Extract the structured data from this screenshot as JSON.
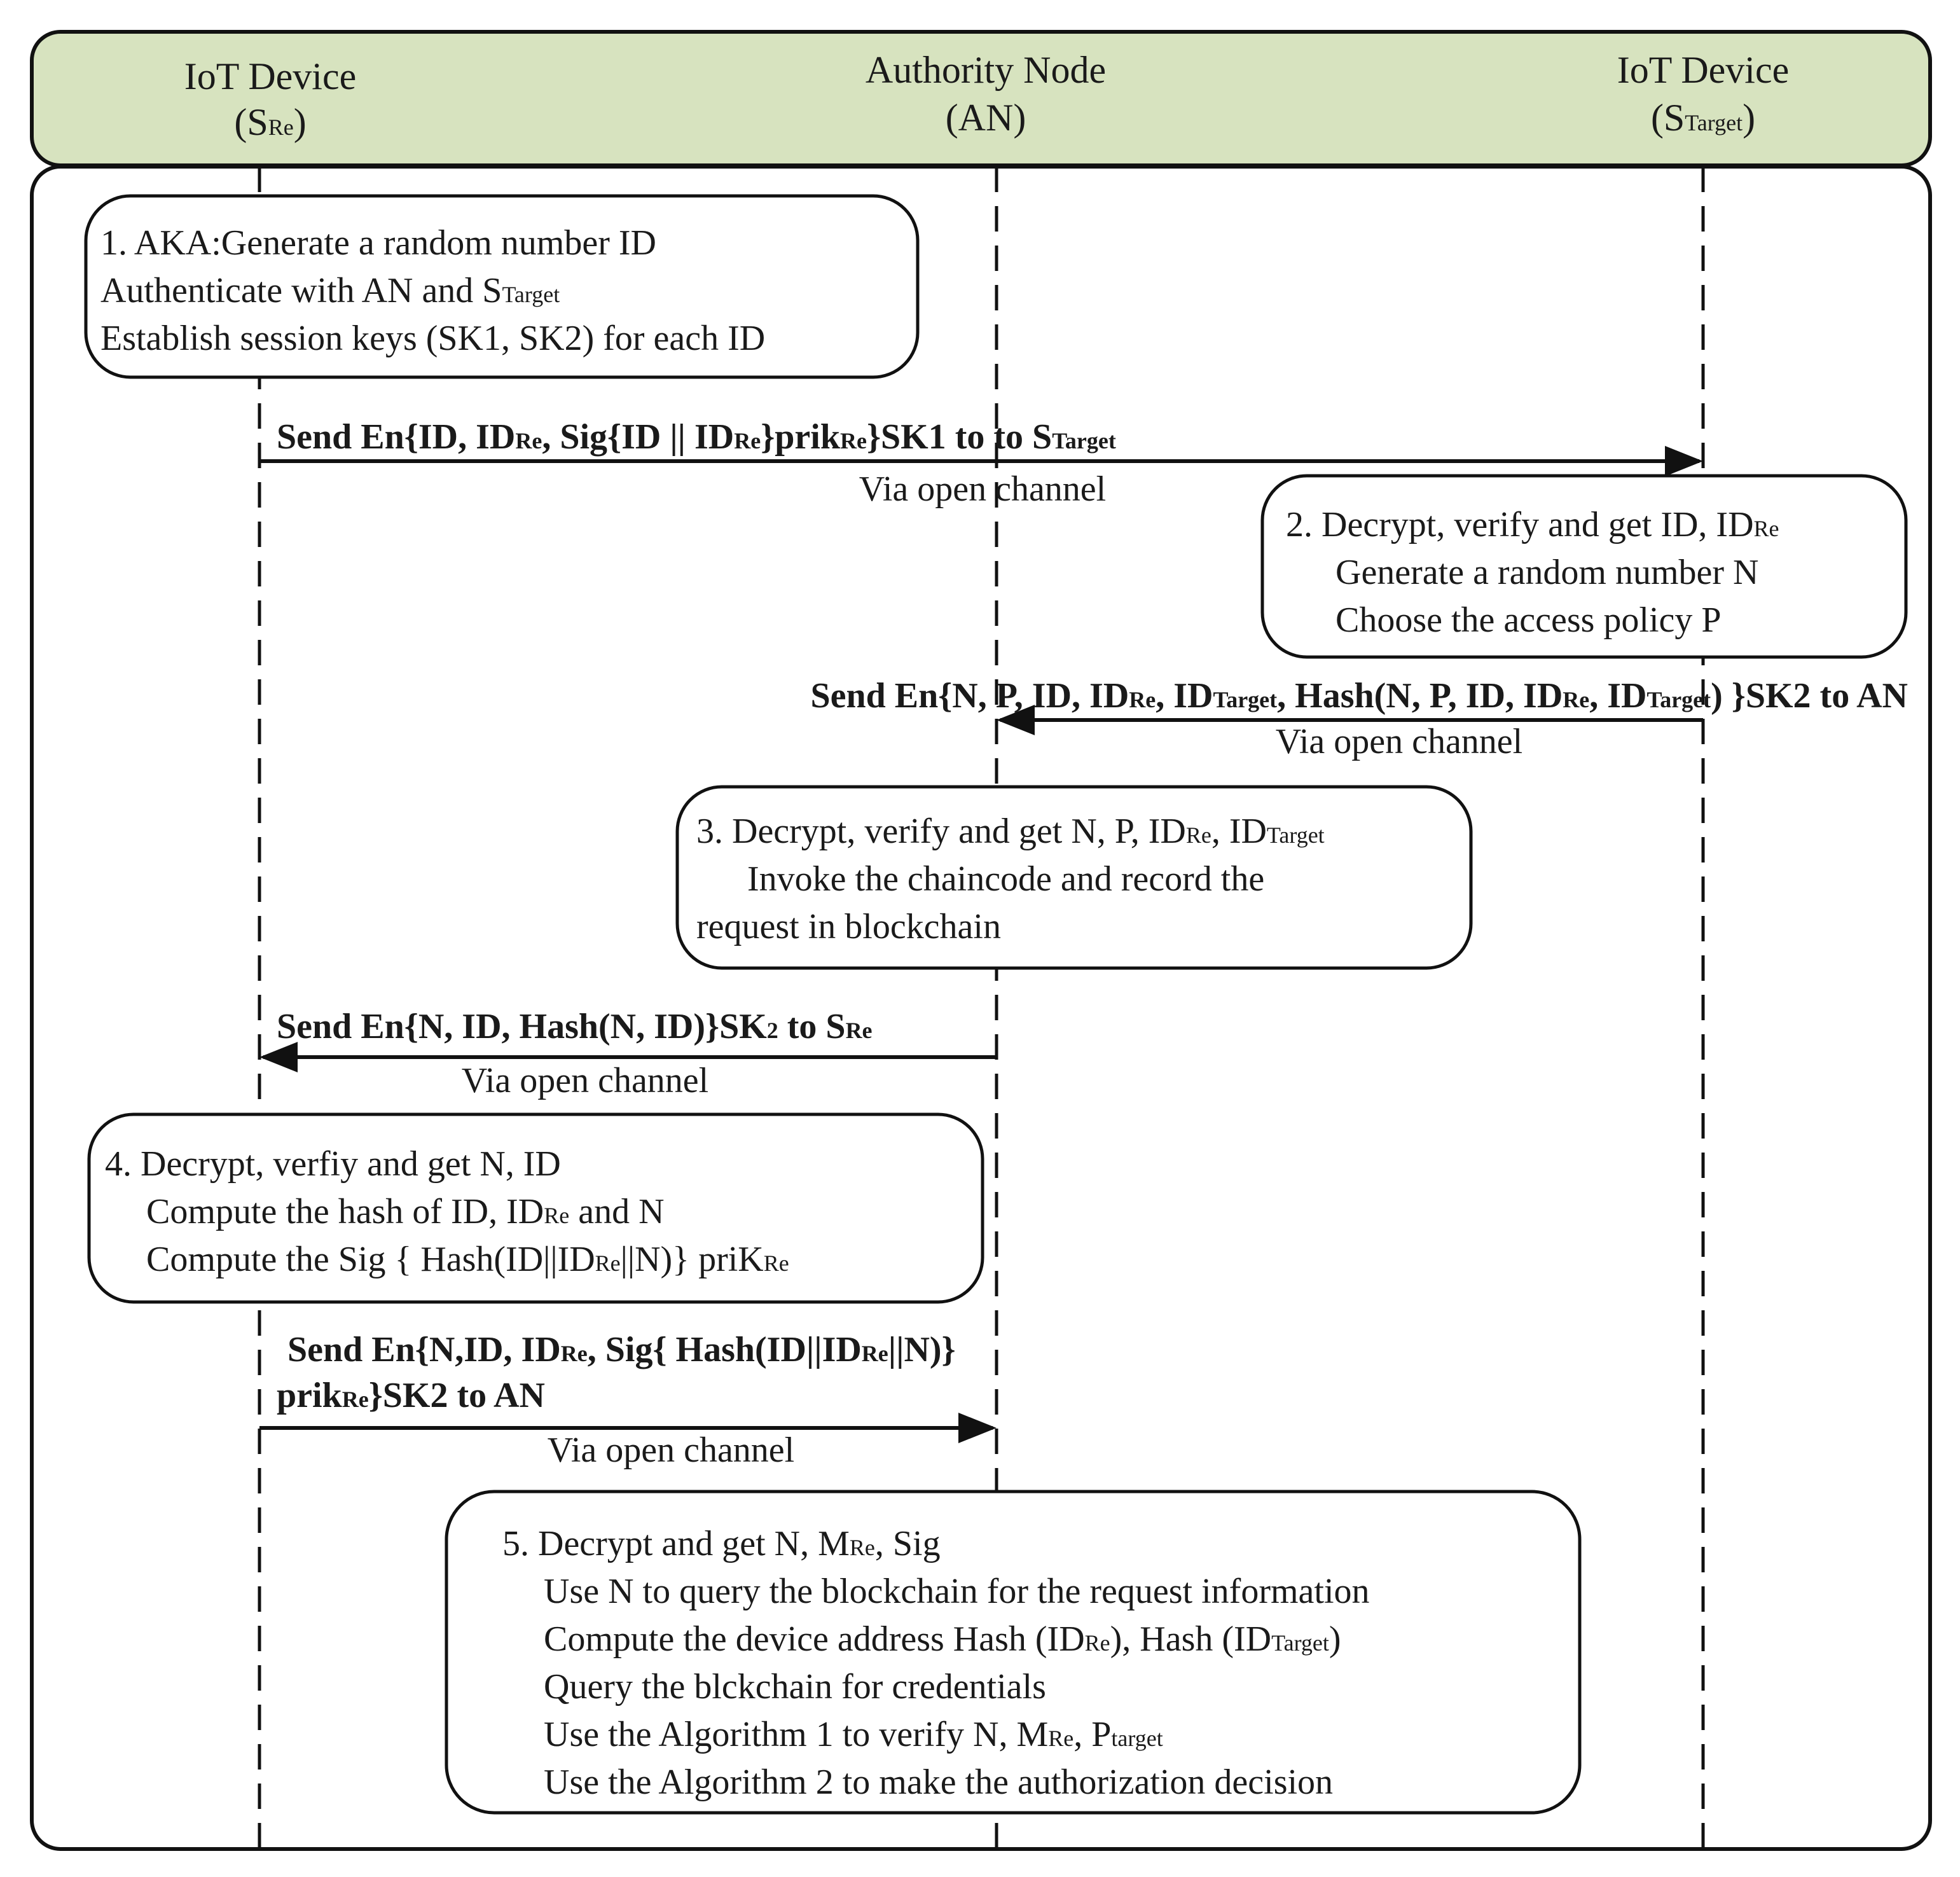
{
  "colors": {
    "header_fill": "#d7e3bf",
    "stroke": "#111111",
    "text": "#1a1a1a",
    "background": "#ffffff"
  },
  "header": {
    "left": {
      "title": "IoT Device",
      "label": {
        "open": "(",
        "sym": "S",
        "sub": "Re",
        "close": ")"
      }
    },
    "middle": {
      "title": "Authority Node",
      "label": "(AN)"
    },
    "right": {
      "title": "IoT Device",
      "label": {
        "open": "(",
        "sym": "S",
        "sub": "Target",
        "close": ")"
      }
    }
  },
  "steps": {
    "step1": {
      "line1": "1. AKA:Generate a random number ID",
      "line2": {
        "text": "Authenticate with AN and S",
        "sub": "Target"
      },
      "line3": "Establish session keys (SK1, SK2)  for each ID"
    },
    "step2": {
      "line1": {
        "text": "2. Decrypt, verify and get ID, ID",
        "sub": "Re"
      },
      "line2": "Generate a random number N",
      "line3": "Choose the access policy P"
    },
    "step3": {
      "line1": {
        "a": "3. Decrypt, verify and get N, P, ID",
        "sub1": "Re",
        "b": ", ID",
        "sub2": "Target"
      },
      "line2": "Invoke the chaincode and record the",
      "line3": "request in blockchain"
    },
    "step4": {
      "line1": "4. Decrypt, verfiy and get N, ID",
      "line2": {
        "a": "Compute the hash of ID, ID",
        "sub": "Re",
        "b": " and N"
      },
      "line3": {
        "a": "Compute the Sig { Hash(ID||ID",
        "sub1": "Re",
        "b": "||N)} priK",
        "sub2": "Re"
      }
    },
    "step5": {
      "line1": {
        "a": "5. Decrypt and get N, M",
        "sub": "Re",
        "b": ", Sig"
      },
      "line2": "Use N to query the blockchain for the request information",
      "line3": {
        "a": "Compute the device address Hash (ID",
        "sub1": "Re",
        "b": "), Hash (ID",
        "sub2": "Target",
        "c": ")"
      },
      "line4": "Query the blckchain for credentials",
      "line5": {
        "a": "Use the Algorithm 1 to verify N, M",
        "sub1": "Re",
        "b": ", P",
        "sub2": "target"
      },
      "line6": "Use the Algorithm 2 to make the authorization decision"
    }
  },
  "messages": {
    "msg1": {
      "label": {
        "a": "Send En{ID, ID",
        "sub1": "Re",
        "b": ", Sig{ID || ID",
        "sub2": "Re",
        "c": "}prik",
        "sub3": "Re",
        "d": "}SK1 to to S",
        "sub4": "Target"
      },
      "channel": "Via open channel"
    },
    "msg2": {
      "label": {
        "a": "Send En{N, P, ID, ID",
        "sub1": "Re",
        "b": ", ID",
        "sub2": "Target",
        "c": ", Hash(N, P, ID, ID",
        "sub3": "Re",
        "d": ", ID",
        "sub4": "Target",
        "e": ") }SK2 to AN"
      },
      "channel": "Via open channel"
    },
    "msg3": {
      "label": {
        "a": "Send En{N, ID, Hash(N, ID)}SK",
        "sub1": "2",
        "b": " to S",
        "sub2": "Re"
      },
      "channel": "Via open channel"
    },
    "msg4": {
      "label_line1": {
        "a": "Send En{N,ID, ID",
        "sub1": "Re",
        "b": ", Sig{ Hash(ID||ID",
        "sub2": "Re",
        "c": "||N)}"
      },
      "label_line2": {
        "a": "prik",
        "sub": "Re",
        "b": "}SK2 to AN"
      },
      "channel": "Via open channel"
    }
  }
}
